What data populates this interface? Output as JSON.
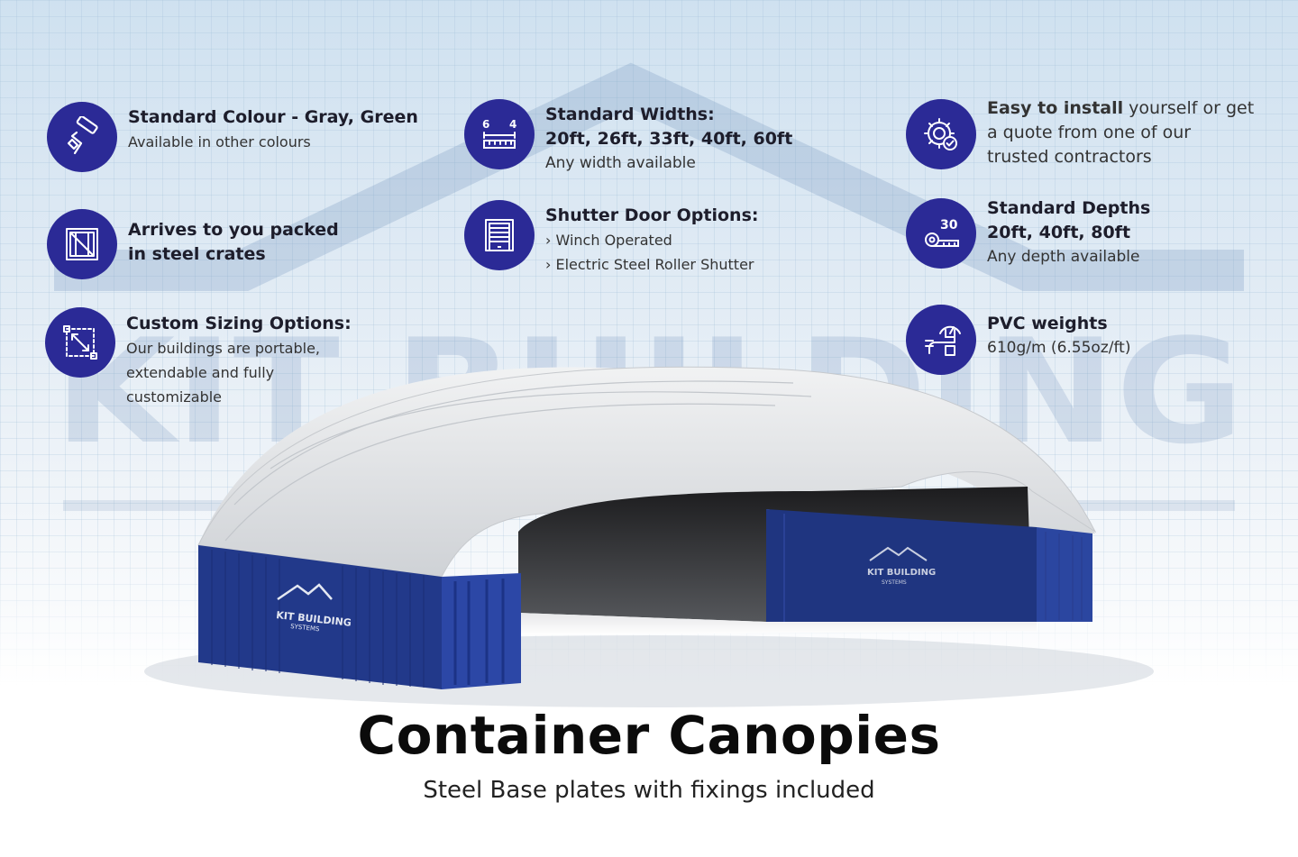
{
  "watermark": {
    "text": "KIT BUILDING"
  },
  "features": [
    {
      "id": "colour",
      "icon": "paint-roller-icon",
      "title": "Standard Colour - Gray, Green",
      "lines": [
        "Available in other colours"
      ]
    },
    {
      "id": "widths",
      "icon": "ruler-width-icon",
      "icon_nums": [
        "6",
        "4"
      ],
      "title": "Standard Widths:",
      "title2": "20ft, 26ft, 33ft, 40ft, 60ft",
      "lines": [
        "Any width available"
      ]
    },
    {
      "id": "install",
      "icon": "gear-check-icon",
      "title_bold": "Easy to install",
      "title_rest": " yourself or get",
      "lines": [
        "a quote from one of our",
        "trusted  contractors"
      ]
    },
    {
      "id": "packed",
      "icon": "crate-icon",
      "title": "Arrives to you packed",
      "title2": "in steel crates"
    },
    {
      "id": "shutter",
      "icon": "shutter-door-icon",
      "title": "Shutter Door Options:",
      "lines": [
        "› Winch Operated",
        "› Electric Steel Roller Shutter"
      ]
    },
    {
      "id": "depths",
      "icon": "tape-measure-icon",
      "icon_num": "30",
      "title": "Standard Depths",
      "title2": "20ft, 40ft, 80ft",
      "lines": [
        "Any depth available"
      ]
    },
    {
      "id": "sizing",
      "icon": "resize-icon",
      "title": "Custom Sizing Options:",
      "lines": [
        "Our buildings are portable,",
        "extendable and fully",
        "customizable"
      ]
    },
    {
      "id": "pvc",
      "icon": "gauge-pipe-icon",
      "title": "PVC weights",
      "lines": [
        "610g/m (6.55oz/ft)"
      ]
    }
  ],
  "product": {
    "container_logo": "KIT BUILDING",
    "container_logo_sub": "SYSTEMS"
  },
  "heading": {
    "title": "Container Canopies",
    "subtitle": "Steel Base plates with fixings included"
  },
  "colors": {
    "accent": "#2b2a96",
    "container": "#223a8c",
    "canopy": "#e8eaec"
  }
}
